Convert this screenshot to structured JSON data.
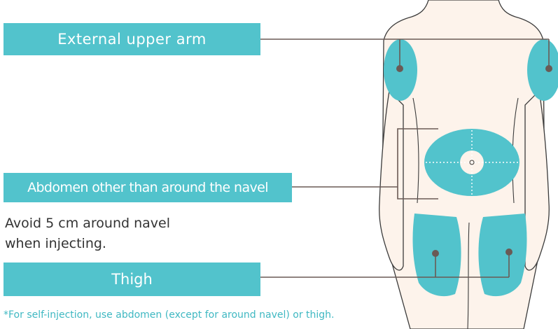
{
  "labels": {
    "upper_arm": "External upper arm",
    "abdomen": "Abdomen other than around the navel",
    "thigh": "Thigh"
  },
  "note": {
    "line1": "Avoid 5 cm around navel",
    "line2": "when injecting."
  },
  "footnote": "*For self-injection, use abdomen (except for around navel) or thigh.",
  "colors": {
    "accent": "#52c3cc",
    "skin": "#fdf3eb",
    "outline": "#333333",
    "leader_line": "#6a5a55",
    "footnote_text": "#3fb8c2"
  }
}
